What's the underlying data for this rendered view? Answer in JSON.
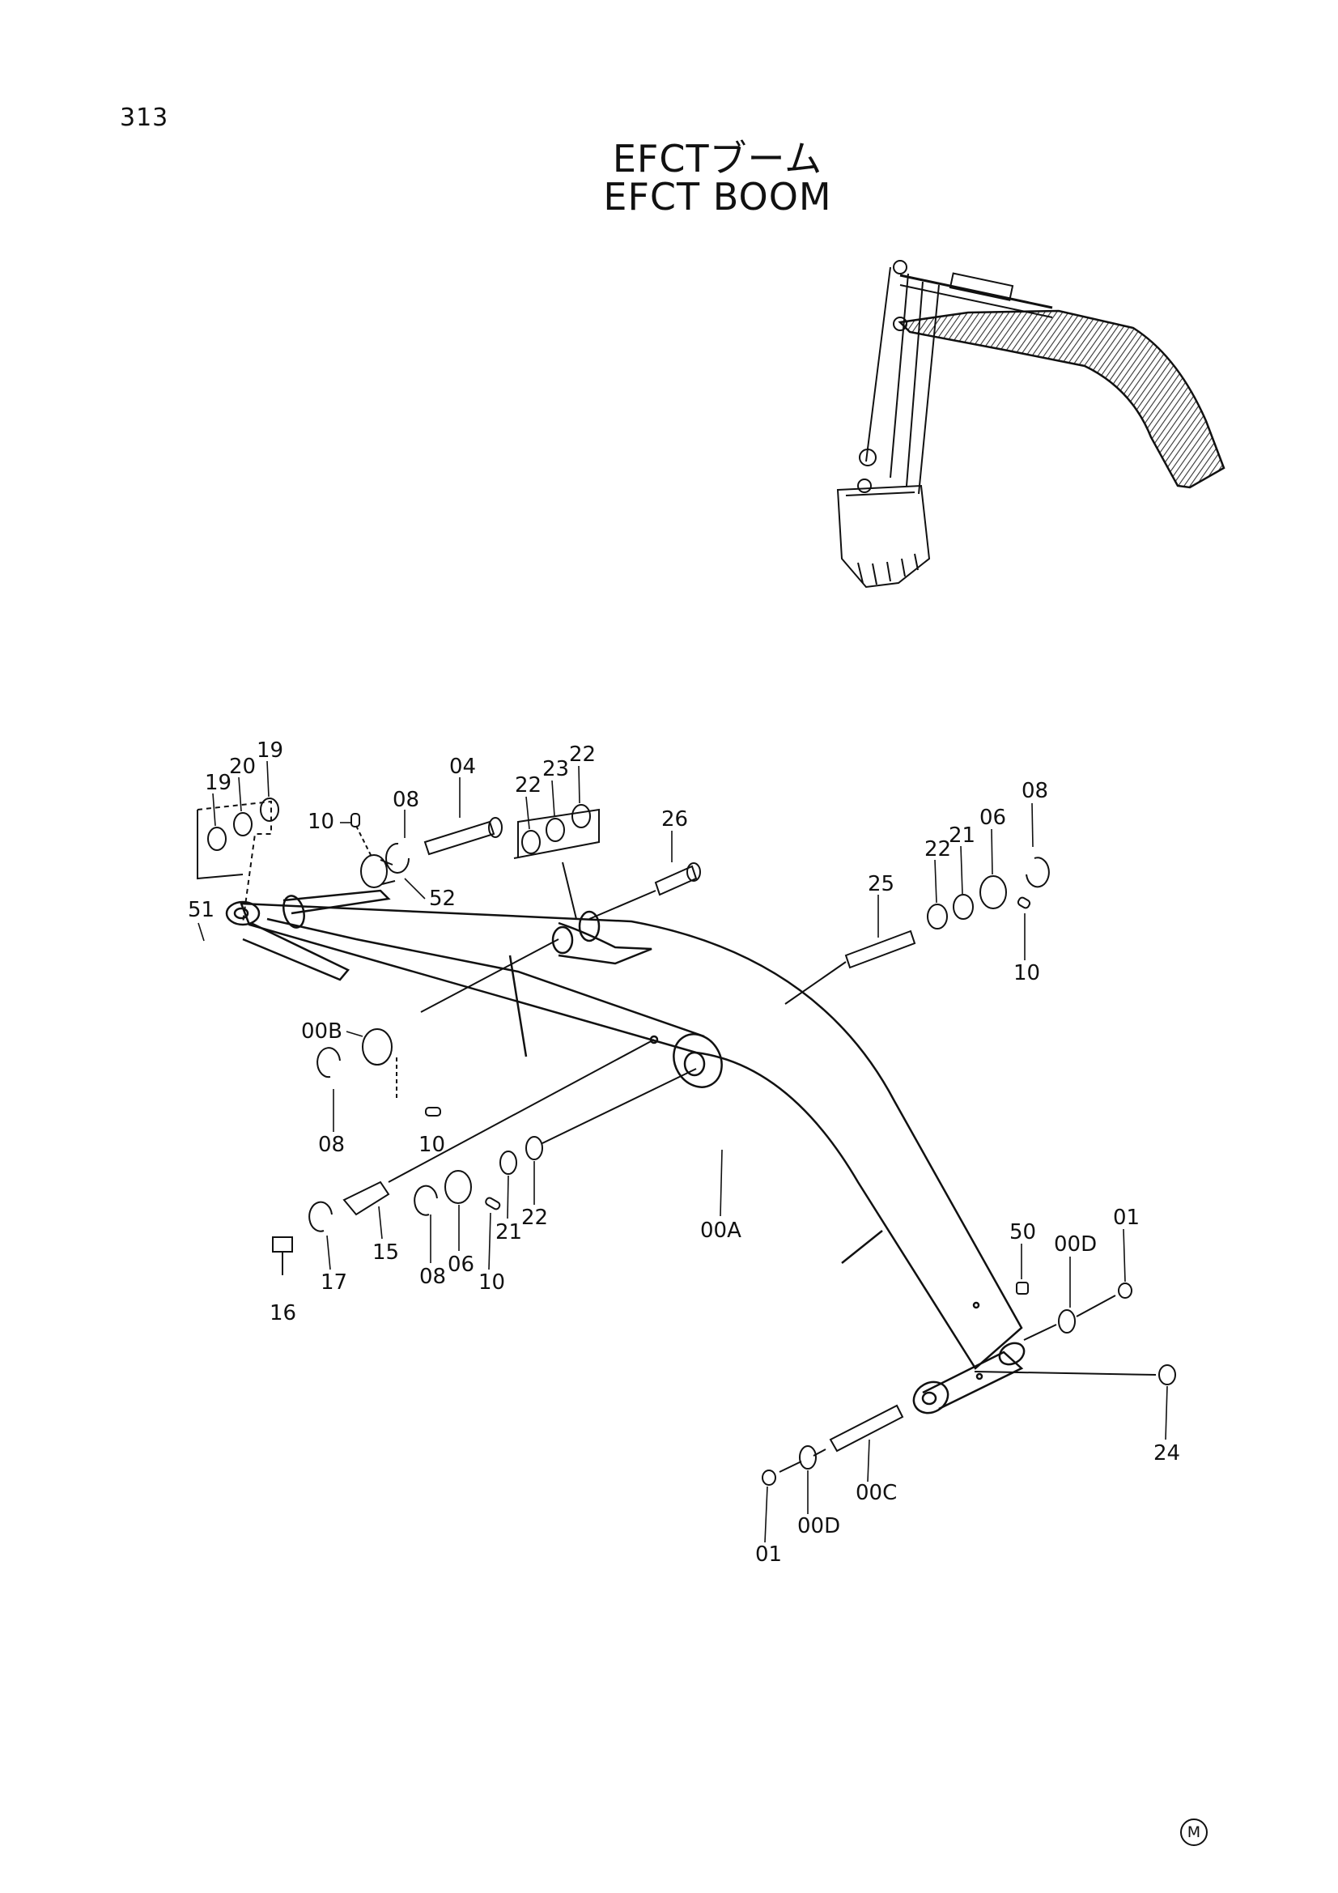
{
  "page_number": "313",
  "title_jp": "EFCTブーム",
  "title_en": "EFCT BOOM",
  "corner_mark": "M",
  "callouts": {
    "c19a": "19",
    "c20": "20",
    "c19b": "19",
    "c10a": "10",
    "c08a": "08",
    "c04": "04",
    "c52": "52",
    "c22a": "22",
    "c23": "23",
    "c22b": "22",
    "c26": "26",
    "c51": "51",
    "c00b": "00B",
    "c08b": "08",
    "c10b": "10",
    "c25": "25",
    "c22c": "22",
    "c21a": "21",
    "c06a": "06",
    "c08c": "08",
    "c10c": "10",
    "c15": "15",
    "c17": "17",
    "c16": "16",
    "c08d": "08",
    "c06b": "06",
    "c21b": "21",
    "c22d": "22",
    "c10d": "10",
    "c00a": "00A",
    "c50": "50",
    "c00da": "00D",
    "c01a": "01",
    "c24": "24",
    "c00c": "00C",
    "c00db": "00D",
    "c01b": "01"
  }
}
